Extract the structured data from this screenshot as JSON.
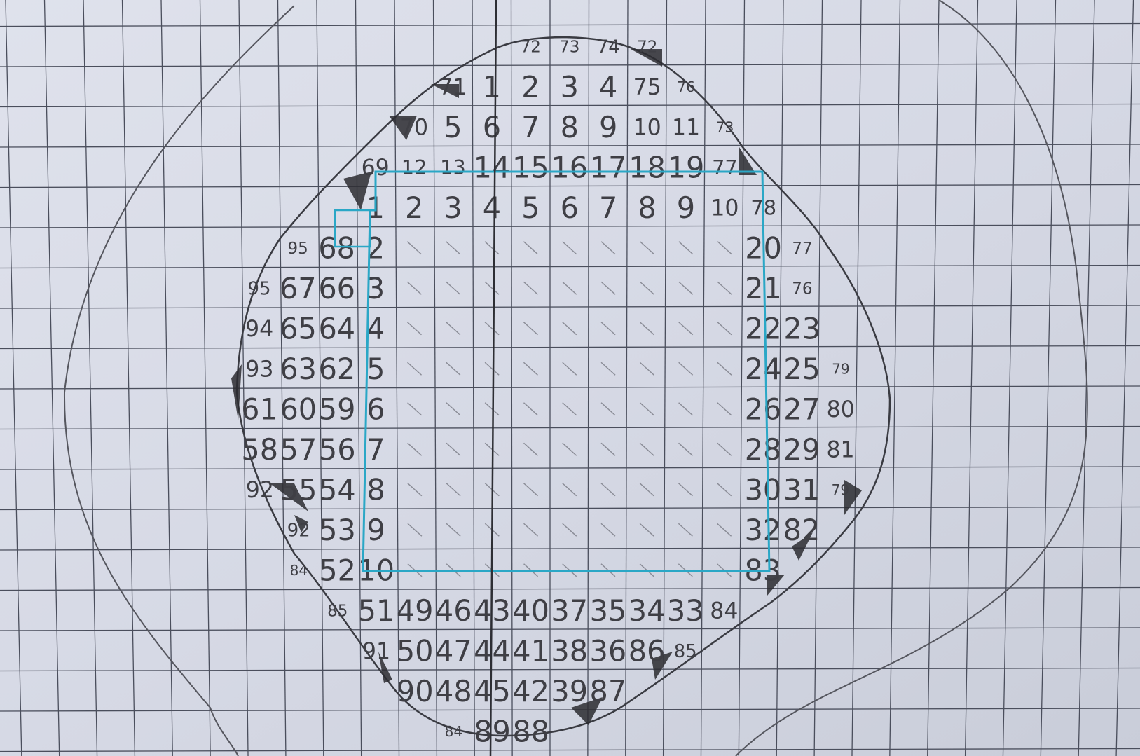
{
  "photo": {
    "subject": "graph-paper-drawing",
    "paper_color": "#d6dae6",
    "grid_color": "#4a4e5c",
    "pencil_color": "#3f3f45",
    "shade_color": "#2b2b30",
    "blue_square_color": "#2aa7c6"
  },
  "cells": [
    {
      "t": "72",
      "r": 1,
      "c": 13,
      "s": 0.4
    },
    {
      "t": "73",
      "r": 1,
      "c": 14,
      "s": 0.4
    },
    {
      "t": "74",
      "r": 1,
      "c": 15,
      "s": 0.45
    },
    {
      "t": "72",
      "r": 1,
      "c": 16,
      "s": 0.4
    },
    {
      "t": "71",
      "r": 2,
      "c": 11,
      "s": 0.55
    },
    {
      "t": "1",
      "r": 2,
      "c": 12
    },
    {
      "t": "2",
      "r": 2,
      "c": 13
    },
    {
      "t": "3",
      "r": 2,
      "c": 14
    },
    {
      "t": "4",
      "r": 2,
      "c": 15
    },
    {
      "t": "75",
      "r": 2,
      "c": 16,
      "s": 0.55
    },
    {
      "t": "76",
      "r": 2,
      "c": 17,
      "s": 0.35
    },
    {
      "t": "70",
      "r": 3,
      "c": 10,
      "s": 0.55
    },
    {
      "t": "5",
      "r": 3,
      "c": 11
    },
    {
      "t": "6",
      "r": 3,
      "c": 12
    },
    {
      "t": "7",
      "r": 3,
      "c": 13
    },
    {
      "t": "8",
      "r": 3,
      "c": 14
    },
    {
      "t": "9",
      "r": 3,
      "c": 15
    },
    {
      "t": "10",
      "r": 3,
      "c": 16,
      "s": 0.55
    },
    {
      "t": "11",
      "r": 3,
      "c": 17,
      "s": 0.55
    },
    {
      "t": "73",
      "r": 3,
      "c": 18,
      "s": 0.35
    },
    {
      "t": "69",
      "r": 4,
      "c": 9,
      "s": 0.55
    },
    {
      "t": "12",
      "r": 4,
      "c": 10,
      "s": 0.5
    },
    {
      "t": "13",
      "r": 4,
      "c": 11,
      "s": 0.5
    },
    {
      "t": "14",
      "r": 4,
      "c": 12
    },
    {
      "t": "15",
      "r": 4,
      "c": 13
    },
    {
      "t": "16",
      "r": 4,
      "c": 14
    },
    {
      "t": "17",
      "r": 4,
      "c": 15
    },
    {
      "t": "18",
      "r": 4,
      "c": 16
    },
    {
      "t": "19",
      "r": 4,
      "c": 17
    },
    {
      "t": "77",
      "r": 4,
      "c": 18,
      "s": 0.5
    },
    {
      "t": "1",
      "r": 5,
      "c": 9
    },
    {
      "t": "2",
      "r": 5,
      "c": 10
    },
    {
      "t": "3",
      "r": 5,
      "c": 11
    },
    {
      "t": "4",
      "r": 5,
      "c": 12
    },
    {
      "t": "5",
      "r": 5,
      "c": 13
    },
    {
      "t": "6",
      "r": 5,
      "c": 14
    },
    {
      "t": "7",
      "r": 5,
      "c": 15
    },
    {
      "t": "8",
      "r": 5,
      "c": 16
    },
    {
      "t": "9",
      "r": 5,
      "c": 17
    },
    {
      "t": "10",
      "r": 5,
      "c": 18,
      "s": 0.55
    },
    {
      "t": "78",
      "r": 5,
      "c": 19,
      "s": 0.5
    },
    {
      "t": "95",
      "r": 6,
      "c": 7,
      "s": 0.4
    },
    {
      "t": "68",
      "r": 6,
      "c": 8
    },
    {
      "t": "2",
      "r": 6,
      "c": 9
    },
    {
      "t": "20",
      "r": 6,
      "c": 19
    },
    {
      "t": "77",
      "r": 6,
      "c": 20,
      "s": 0.4
    },
    {
      "t": "95",
      "r": 7,
      "c": 6,
      "s": 0.45
    },
    {
      "t": "67",
      "r": 7,
      "c": 7
    },
    {
      "t": "66",
      "r": 7,
      "c": 8
    },
    {
      "t": "3",
      "r": 7,
      "c": 9
    },
    {
      "t": "21",
      "r": 7,
      "c": 19
    },
    {
      "t": "76",
      "r": 7,
      "c": 20,
      "s": 0.4
    },
    {
      "t": "94",
      "r": 8,
      "c": 6,
      "s": 0.55
    },
    {
      "t": "65",
      "r": 8,
      "c": 7
    },
    {
      "t": "64",
      "r": 8,
      "c": 8
    },
    {
      "t": "4",
      "r": 8,
      "c": 9
    },
    {
      "t": "22",
      "r": 8,
      "c": 19
    },
    {
      "t": "23",
      "r": 8,
      "c": 20
    },
    {
      "t": "93",
      "r": 9,
      "c": 6,
      "s": 0.55
    },
    {
      "t": "63",
      "r": 9,
      "c": 7
    },
    {
      "t": "62",
      "r": 9,
      "c": 8
    },
    {
      "t": "5",
      "r": 9,
      "c": 9
    },
    {
      "t": "24",
      "r": 9,
      "c": 19
    },
    {
      "t": "25",
      "r": 9,
      "c": 20
    },
    {
      "t": "79",
      "r": 9,
      "c": 21,
      "s": 0.35
    },
    {
      "t": "61",
      "r": 10,
      "c": 6
    },
    {
      "t": "60",
      "r": 10,
      "c": 7
    },
    {
      "t": "59",
      "r": 10,
      "c": 8
    },
    {
      "t": "6",
      "r": 10,
      "c": 9
    },
    {
      "t": "26",
      "r": 10,
      "c": 19
    },
    {
      "t": "27",
      "r": 10,
      "c": 20
    },
    {
      "t": "80",
      "r": 10,
      "c": 21,
      "s": 0.55
    },
    {
      "t": "58",
      "r": 11,
      "c": 6
    },
    {
      "t": "57",
      "r": 11,
      "c": 7
    },
    {
      "t": "56",
      "r": 11,
      "c": 8
    },
    {
      "t": "7",
      "r": 11,
      "c": 9
    },
    {
      "t": "28",
      "r": 11,
      "c": 19
    },
    {
      "t": "29",
      "r": 11,
      "c": 20
    },
    {
      "t": "81",
      "r": 11,
      "c": 21,
      "s": 0.55
    },
    {
      "t": "92",
      "r": 12,
      "c": 6,
      "s": 0.55
    },
    {
      "t": "55",
      "r": 12,
      "c": 7
    },
    {
      "t": "54",
      "r": 12,
      "c": 8
    },
    {
      "t": "8",
      "r": 12,
      "c": 9
    },
    {
      "t": "30",
      "r": 12,
      "c": 19
    },
    {
      "t": "31",
      "r": 12,
      "c": 20
    },
    {
      "t": "79",
      "r": 12,
      "c": 21,
      "s": 0.35
    },
    {
      "t": "92",
      "r": 13,
      "c": 7,
      "s": 0.45
    },
    {
      "t": "53",
      "r": 13,
      "c": 8
    },
    {
      "t": "9",
      "r": 13,
      "c": 9
    },
    {
      "t": "32",
      "r": 13,
      "c": 19
    },
    {
      "t": "82",
      "r": 13,
      "c": 20
    },
    {
      "t": "84",
      "r": 14,
      "c": 7,
      "s": 0.35
    },
    {
      "t": "52",
      "r": 14,
      "c": 8
    },
    {
      "t": "10",
      "r": 14,
      "c": 9
    },
    {
      "t": "83",
      "r": 14,
      "c": 19
    },
    {
      "t": "85",
      "r": 15,
      "c": 8,
      "s": 0.4
    },
    {
      "t": "51",
      "r": 15,
      "c": 9
    },
    {
      "t": "49",
      "r": 15,
      "c": 10
    },
    {
      "t": "46",
      "r": 15,
      "c": 11
    },
    {
      "t": "43",
      "r": 15,
      "c": 12
    },
    {
      "t": "40",
      "r": 15,
      "c": 13
    },
    {
      "t": "37",
      "r": 15,
      "c": 14
    },
    {
      "t": "35",
      "r": 15,
      "c": 15
    },
    {
      "t": "34",
      "r": 15,
      "c": 16
    },
    {
      "t": "33",
      "r": 15,
      "c": 17
    },
    {
      "t": "84",
      "r": 15,
      "c": 18,
      "s": 0.55
    },
    {
      "t": "91",
      "r": 16,
      "c": 9,
      "s": 0.55
    },
    {
      "t": "50",
      "r": 16,
      "c": 10
    },
    {
      "t": "47",
      "r": 16,
      "c": 11
    },
    {
      "t": "44",
      "r": 16,
      "c": 12
    },
    {
      "t": "41",
      "r": 16,
      "c": 13
    },
    {
      "t": "38",
      "r": 16,
      "c": 14
    },
    {
      "t": "36",
      "r": 16,
      "c": 15
    },
    {
      "t": "86",
      "r": 16,
      "c": 16
    },
    {
      "t": "85",
      "r": 16,
      "c": 17,
      "s": 0.45
    },
    {
      "t": "90",
      "r": 17,
      "c": 10
    },
    {
      "t": "48",
      "r": 17,
      "c": 11
    },
    {
      "t": "45",
      "r": 17,
      "c": 12
    },
    {
      "t": "42",
      "r": 17,
      "c": 13
    },
    {
      "t": "39",
      "r": 17,
      "c": 14
    },
    {
      "t": "87",
      "r": 17,
      "c": 15
    },
    {
      "t": "84",
      "r": 18,
      "c": 11,
      "s": 0.35
    },
    {
      "t": "89",
      "r": 18,
      "c": 12
    },
    {
      "t": "88",
      "r": 18,
      "c": 13
    }
  ]
}
